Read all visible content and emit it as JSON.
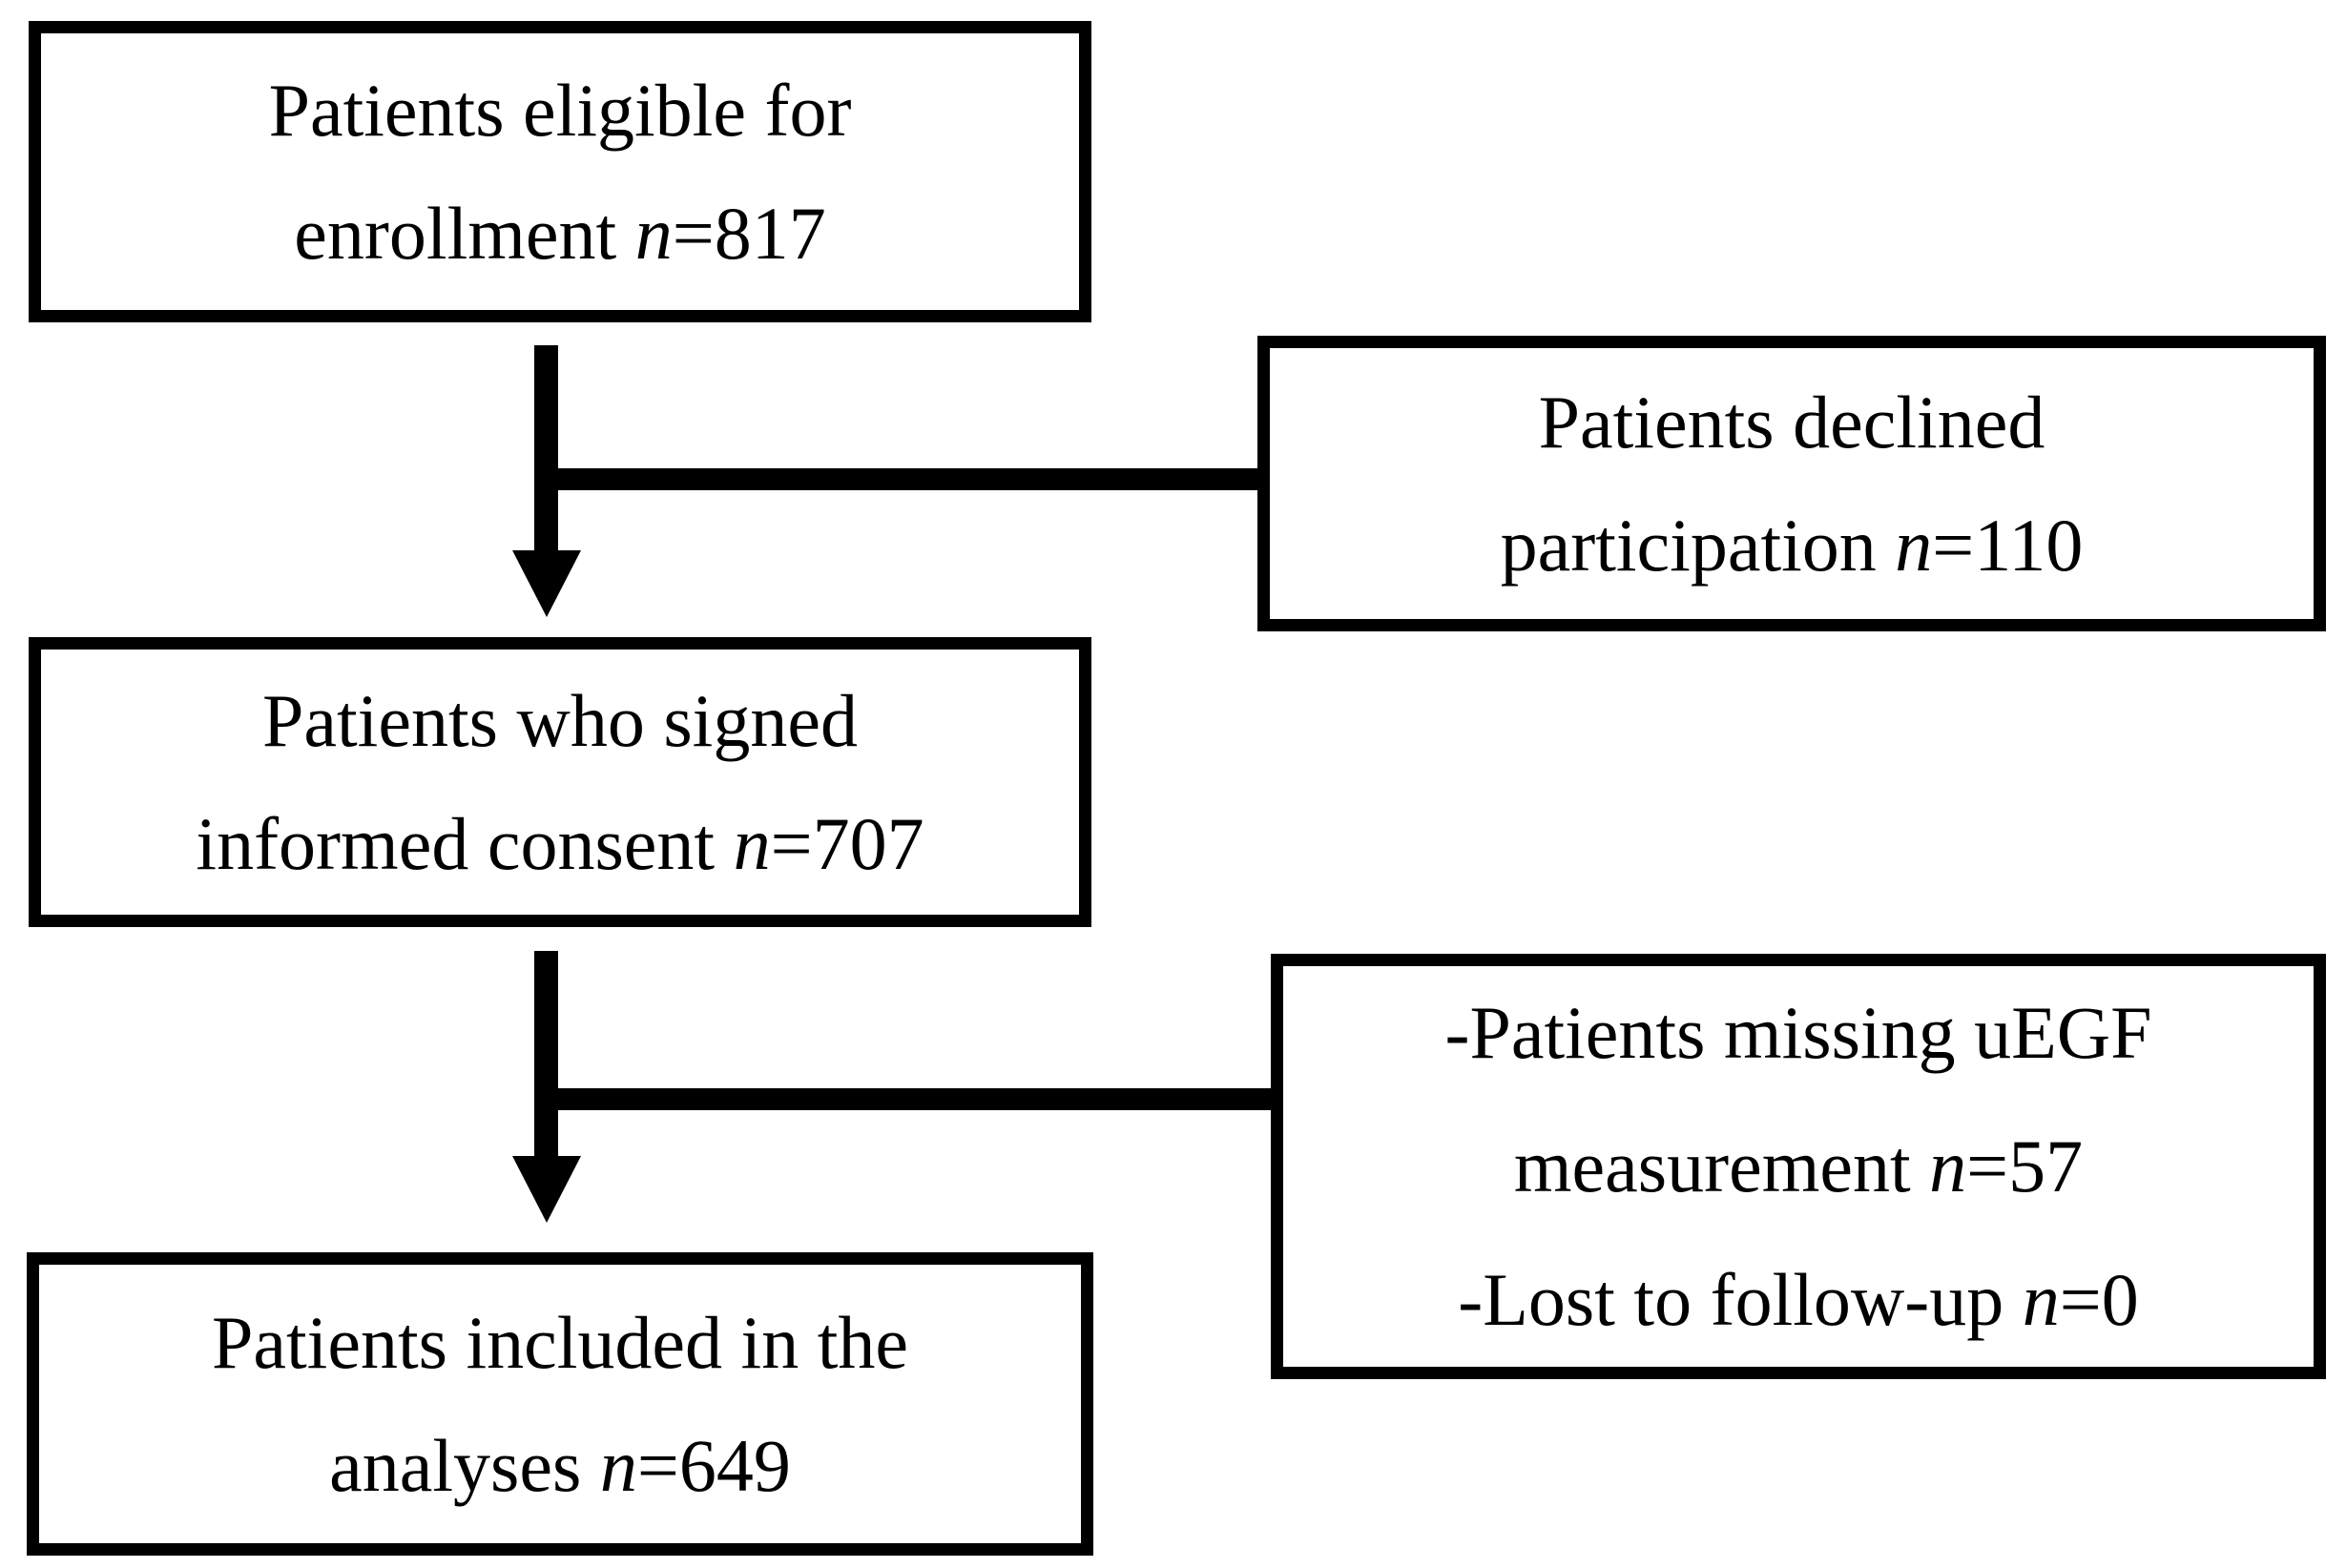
{
  "diagram": {
    "background_color": "#ffffff",
    "line_color": "#000000",
    "boxes": {
      "eligible": {
        "lines": [
          {
            "pre": "Patients eligible for",
            "var": "",
            "post": ""
          },
          {
            "pre": "enrollment ",
            "var": "n",
            "post": "=817"
          }
        ]
      },
      "declined": {
        "lines": [
          {
            "pre": "Patients declined",
            "var": "",
            "post": ""
          },
          {
            "pre": "participation ",
            "var": "n",
            "post": "=110"
          }
        ]
      },
      "consent": {
        "lines": [
          {
            "pre": "Patients who signed",
            "var": "",
            "post": ""
          },
          {
            "pre": "informed consent ",
            "var": "n",
            "post": "=707"
          }
        ]
      },
      "excluded": {
        "lines": [
          {
            "pre": "-Patients missing uEGF",
            "var": "",
            "post": ""
          },
          {
            "pre": "measurement ",
            "var": "n",
            "post": "=57"
          },
          {
            "pre": "-Lost to follow-up ",
            "var": "n",
            "post": "=0"
          }
        ]
      },
      "included": {
        "lines": [
          {
            "pre": "Patients included in the",
            "var": "",
            "post": ""
          },
          {
            "pre": "analyses ",
            "var": "n",
            "post": "=649"
          }
        ]
      }
    }
  }
}
